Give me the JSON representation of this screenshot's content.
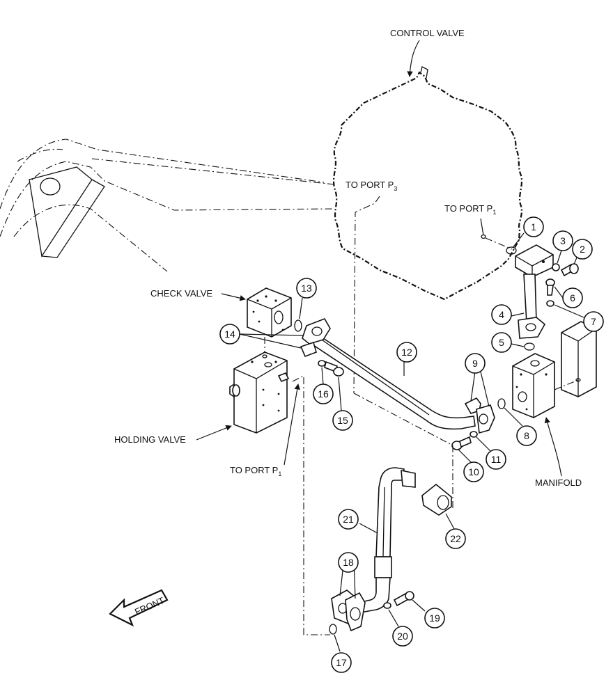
{
  "labels": {
    "control_valve": "CONTROL VALVE",
    "to_port_p3": "TO PORT P",
    "to_port_p3_sub": "3",
    "to_port_p1_top": "TO PORT P",
    "to_port_p1_top_sub": "1",
    "check_valve": "CHECK VALVE",
    "holding_valve": "HOLDING VALVE",
    "to_port_p1_bottom": "TO PORT P",
    "to_port_p1_bottom_sub": "1",
    "manifold": "MANIFOLD",
    "front": "FRONT"
  },
  "callouts": {
    "c1": "1",
    "c2": "2",
    "c3": "3",
    "c4": "4",
    "c5": "5",
    "c6": "6",
    "c7": "7",
    "c8": "8",
    "c9": "9",
    "c10": "10",
    "c11": "11",
    "c12": "12",
    "c13": "13",
    "c14": "14",
    "c15": "15",
    "c16": "16",
    "c17": "17",
    "c18": "18",
    "c19": "19",
    "c20": "20",
    "c21": "21",
    "c22": "22"
  }
}
